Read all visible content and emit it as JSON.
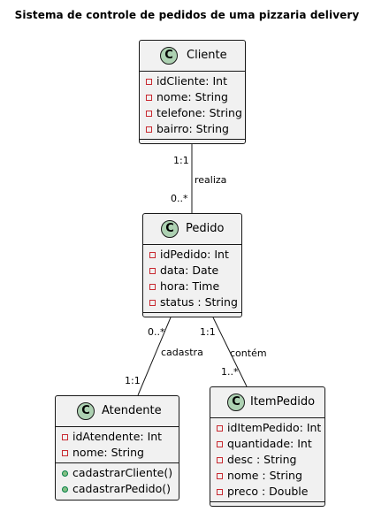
{
  "title": "Sistema de controle de pedidos de uma pizzaria delivery",
  "class_icon_letter": "C",
  "colors": {
    "class_fill": "#f1f1f1",
    "border": "#181818",
    "icon_fill": "#add1b2",
    "private_marker": "#c82930",
    "public_marker": "#84be84"
  },
  "classes": {
    "cliente": {
      "name": "Cliente",
      "attributes": [
        "idCliente: Int",
        "nome: String",
        "telefone: String",
        "bairro: String"
      ],
      "methods": []
    },
    "pedido": {
      "name": "Pedido",
      "attributes": [
        "idPedido: Int",
        "data: Date",
        "hora: Time",
        "status : String"
      ],
      "methods": []
    },
    "atendente": {
      "name": "Atendente",
      "attributes": [
        "idAtendente: Int",
        "nome: String"
      ],
      "methods": [
        "cadastrarCliente()",
        "cadastrarPedido()"
      ]
    },
    "itempedido": {
      "name": "ItemPedido",
      "attributes": [
        "idItemPedido: Int",
        "quantidade: Int",
        "desc : String",
        "nome : String",
        "preco : Double"
      ],
      "methods": []
    }
  },
  "relations": {
    "realiza": {
      "label": "realiza",
      "from_mult": "1:1",
      "to_mult": "0..*"
    },
    "cadastra": {
      "label": "cadastra",
      "from_mult": "0..*",
      "to_mult": "1:1"
    },
    "contem": {
      "label": "contém",
      "from_mult": "1:1",
      "to_mult": "1..*"
    }
  }
}
